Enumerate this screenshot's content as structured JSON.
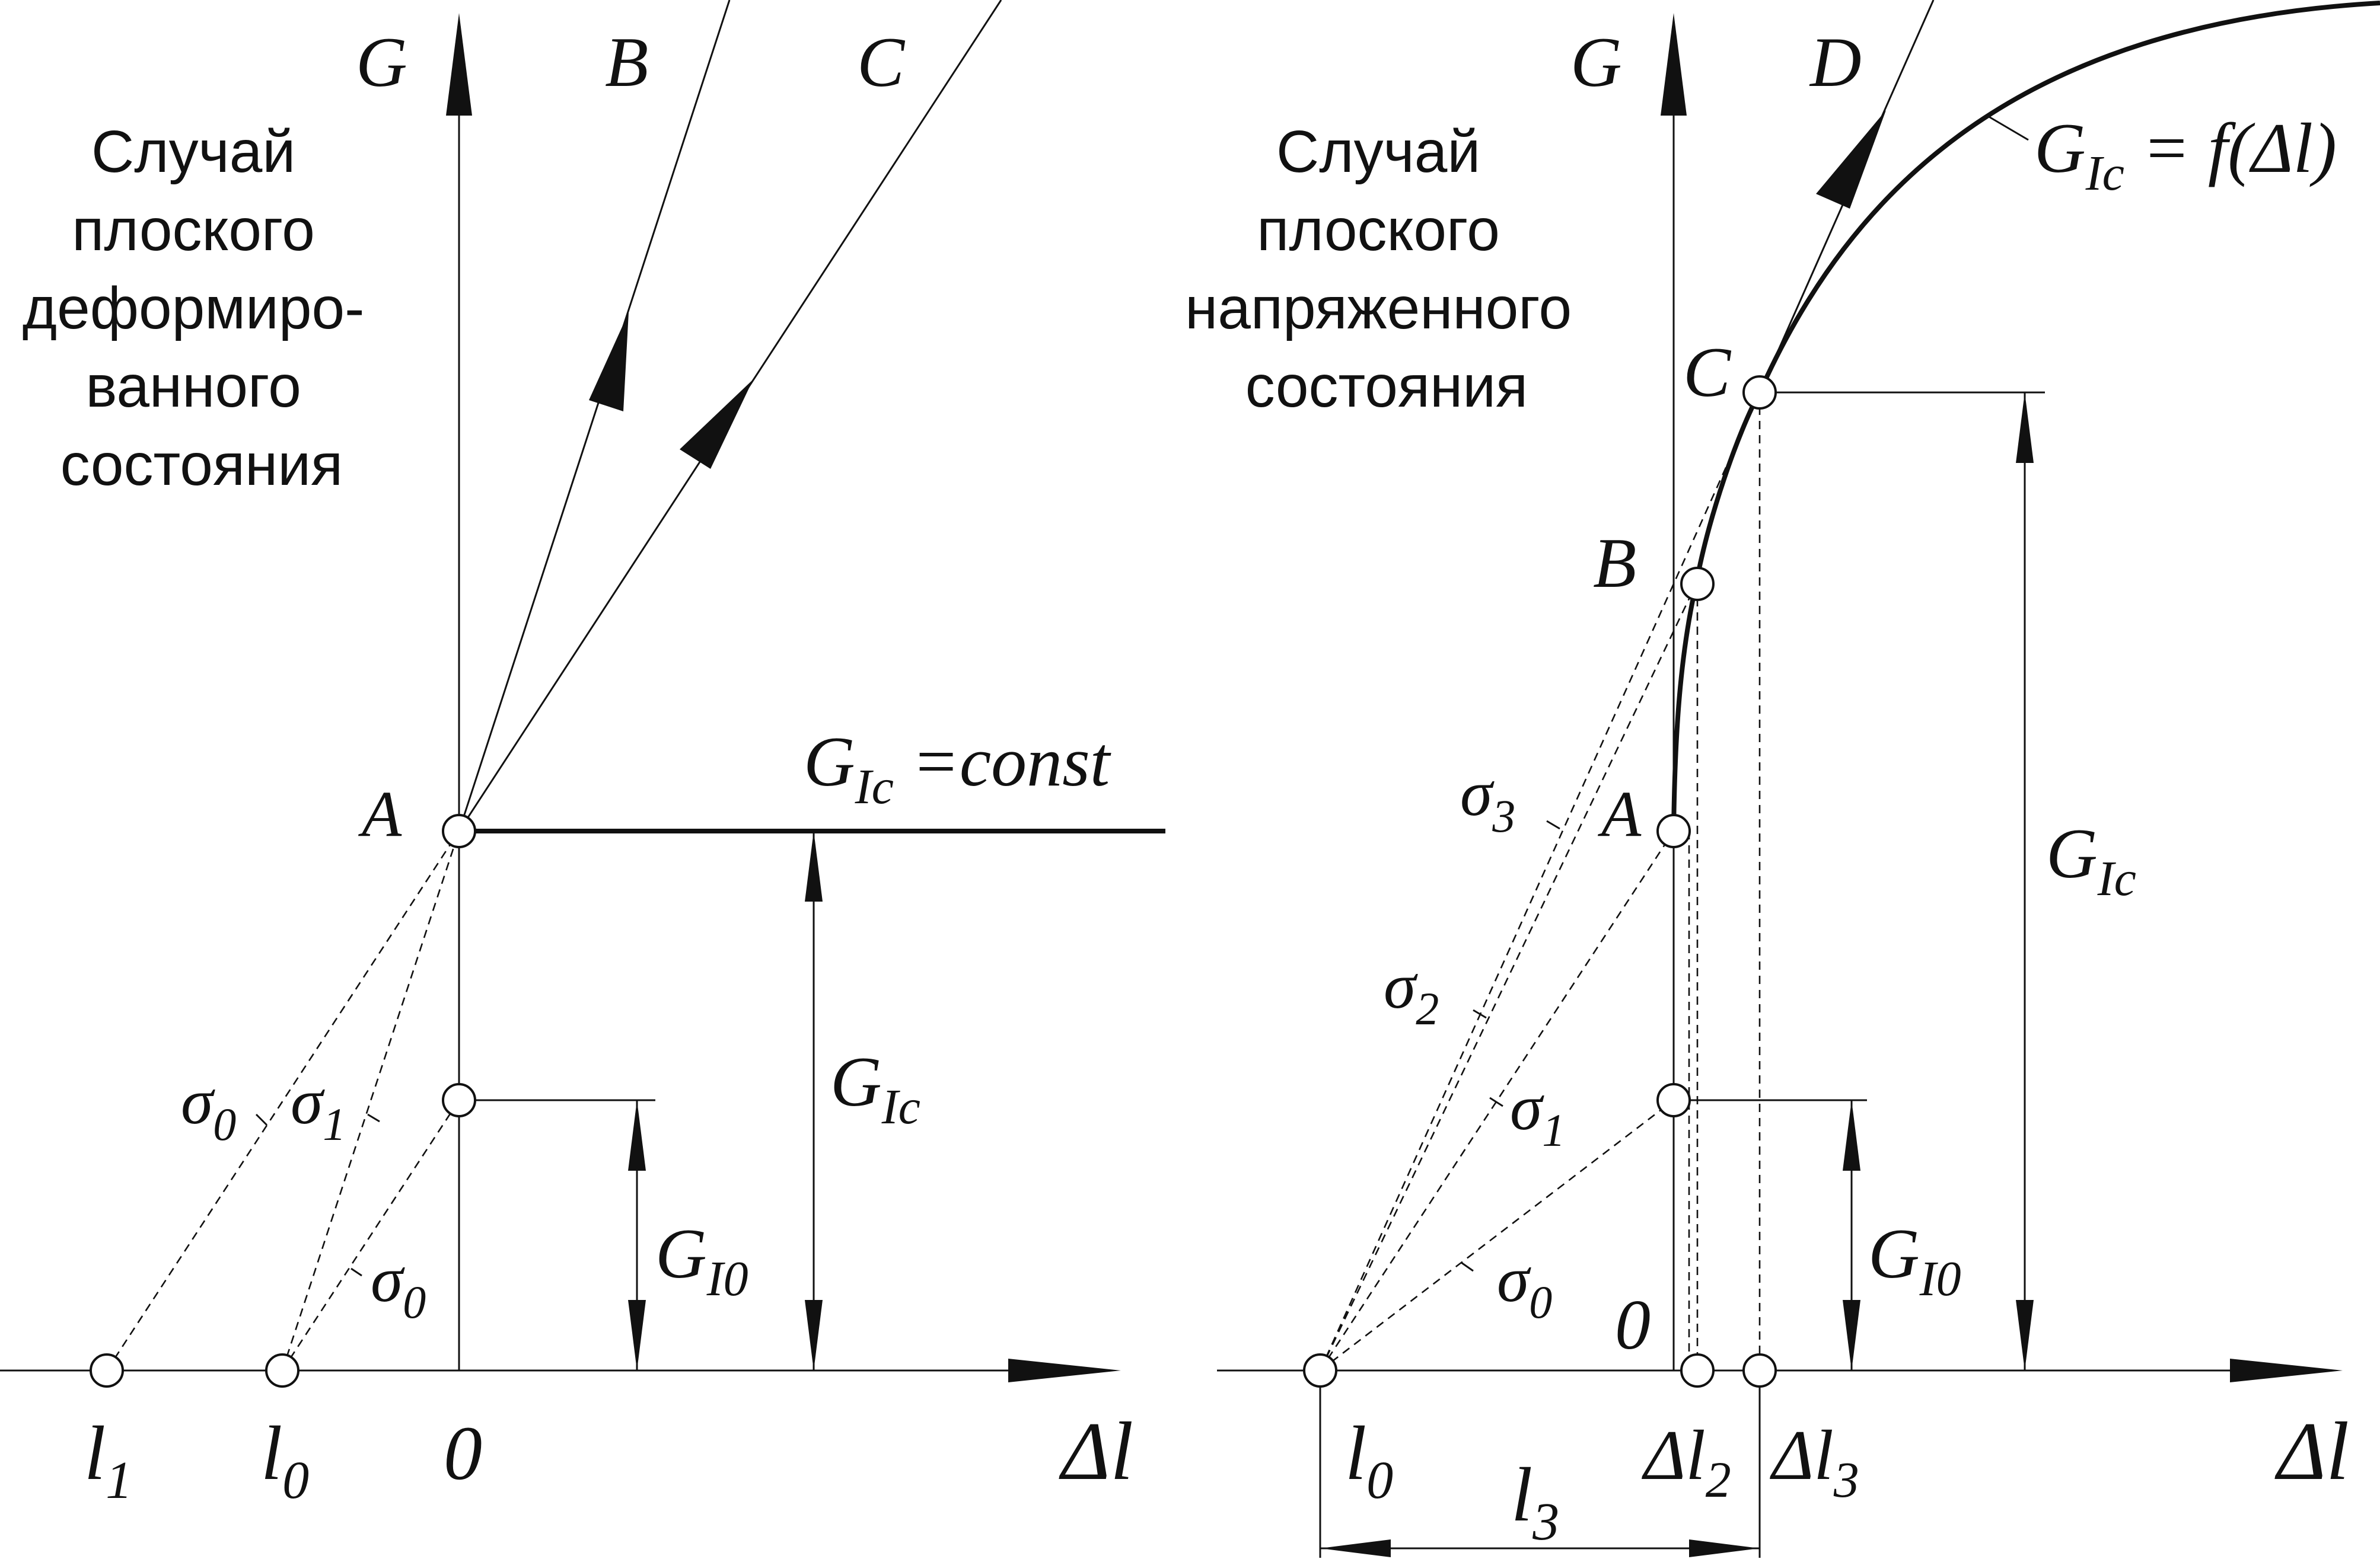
{
  "left": {
    "heading_lines": [
      "Случай",
      "плоского",
      "деформиро-",
      "ванного",
      "состояния"
    ],
    "axis_y": "G",
    "axis_x": "Δl",
    "origin": "0",
    "line_B": "B",
    "line_C": "C",
    "point_A": "A",
    "gic_const": {
      "main": "G",
      "sub": "Ic",
      "rest": " =const"
    },
    "gic": {
      "main": "G",
      "sub": "Ic"
    },
    "gi0": {
      "main": "G",
      "sub": "I0"
    },
    "l1": {
      "main": "l",
      "sub": "1"
    },
    "l0": {
      "main": "l",
      "sub": "0"
    },
    "sigma0_a": {
      "main": "σ",
      "sub": "0"
    },
    "sigma1": {
      "main": "σ",
      "sub": "1"
    },
    "sigma0_b": {
      "main": "σ",
      "sub": "0"
    }
  },
  "right": {
    "heading_lines": [
      "Случай",
      "плоского",
      "напряженного",
      "состояния"
    ],
    "axis_y": "G",
    "axis_x": "Δl",
    "origin": "0",
    "label_D": "D",
    "point_A": "A",
    "point_B": "B",
    "point_C": "C",
    "gic_f": {
      "main": "G",
      "sub": "Ic",
      "rest": " = f(Δl)"
    },
    "gic": {
      "main": "G",
      "sub": "Ic"
    },
    "gi0": {
      "main": "G",
      "sub": "I0"
    },
    "l0": {
      "main": "l",
      "sub": "0"
    },
    "l3": {
      "main": "l",
      "sub": "3"
    },
    "dl2": {
      "main": "Δl",
      "sub": "2"
    },
    "dl3": {
      "main": "Δl",
      "sub": "3"
    },
    "sigma3": {
      "main": "σ",
      "sub": "3"
    },
    "sigma2": {
      "main": "σ",
      "sub": "2"
    },
    "sigma1": {
      "main": "σ",
      "sub": "1"
    },
    "sigma0": {
      "main": "σ",
      "sub": "0"
    }
  }
}
